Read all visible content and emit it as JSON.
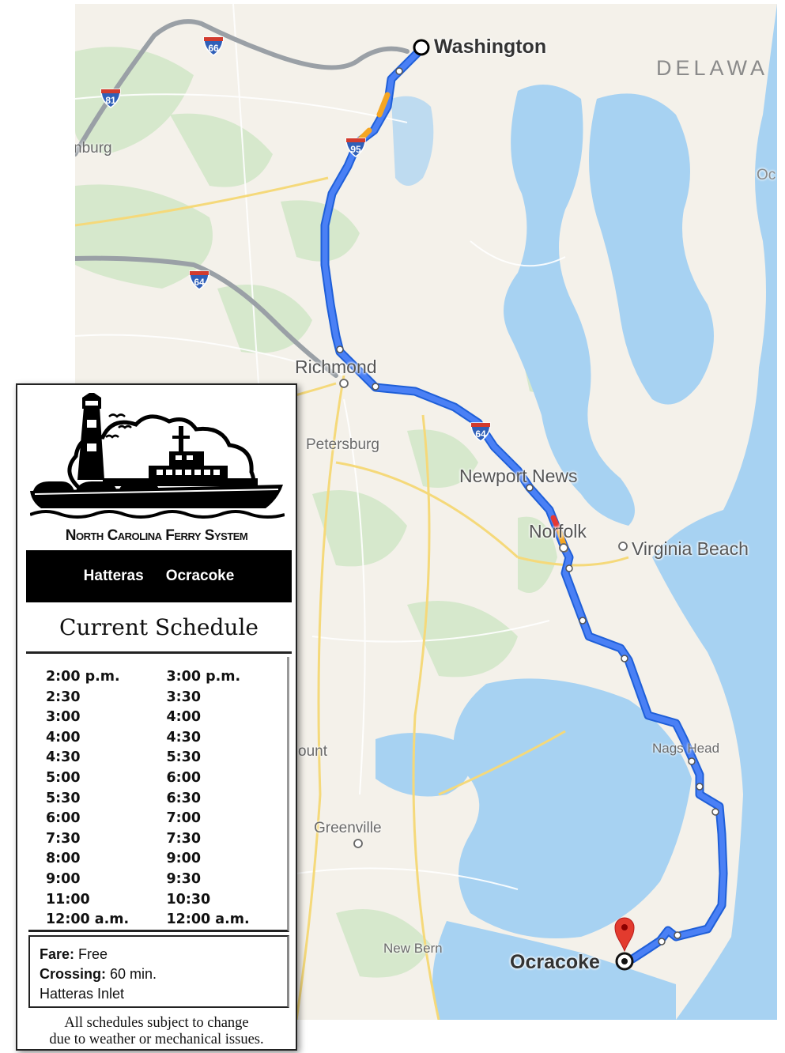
{
  "map": {
    "endpoints": {
      "origin": "Washington",
      "destination": "Ocracoke"
    },
    "cities": {
      "richmond": "Richmond",
      "petersburg": "Petersburg",
      "newport_news": "Newport News",
      "norfolk": "Norfolk",
      "virginia_beach": "Virginia Beach",
      "nags_head": "Nags Head",
      "greenville": "Greenville",
      "new_bern": "New Bern"
    },
    "partial_labels": {
      "state_delaware": "DELAWA",
      "burg": "nburg",
      "mount": "ount",
      "oc": "Oc"
    },
    "shields": {
      "i66": "66",
      "i81": "81",
      "i95": "95",
      "i64_west": "64",
      "i64_east": "64"
    },
    "colors": {
      "water": "#a7d2f2",
      "land": "#f4f1ea",
      "park": "#cfe6c4",
      "route": "#4a80f5",
      "route_edge": "#1f5fd8",
      "pin": "#e33b2e",
      "alt_route": "#9aa0a6"
    },
    "icons": [
      "origin-circle-icon",
      "destination-pin-icon",
      "interstate-shield-icon"
    ]
  },
  "ferry": {
    "system_name": "North Carolina Ferry System",
    "route_from": "Hatteras",
    "route_to": "Ocracoke",
    "schedule_title": "Current Schedule",
    "times": [
      [
        "2:00 p.m.",
        "3:00 p.m."
      ],
      [
        "2:30",
        "3:30"
      ],
      [
        "3:00",
        "4:00"
      ],
      [
        "4:00",
        "4:30"
      ],
      [
        "4:30",
        "5:30"
      ],
      [
        "5:00",
        "6:00"
      ],
      [
        "5:30",
        "6:30"
      ],
      [
        "6:00",
        "7:00"
      ],
      [
        "7:30",
        "7:30"
      ],
      [
        "8:00",
        "9:00"
      ],
      [
        "9:00",
        "9:30"
      ],
      [
        "11:00",
        "10:30"
      ],
      [
        "12:00 a.m.",
        "12:00 a.m."
      ]
    ],
    "fare_label": "Fare:",
    "fare_value": "Free",
    "crossing_label": "Crossing:",
    "crossing_value": "60 min.",
    "inlet": "Hatteras Inlet",
    "disclaimer_line1": "All schedules subject to change",
    "disclaimer_line2": "due to weather or mechanical issues."
  }
}
